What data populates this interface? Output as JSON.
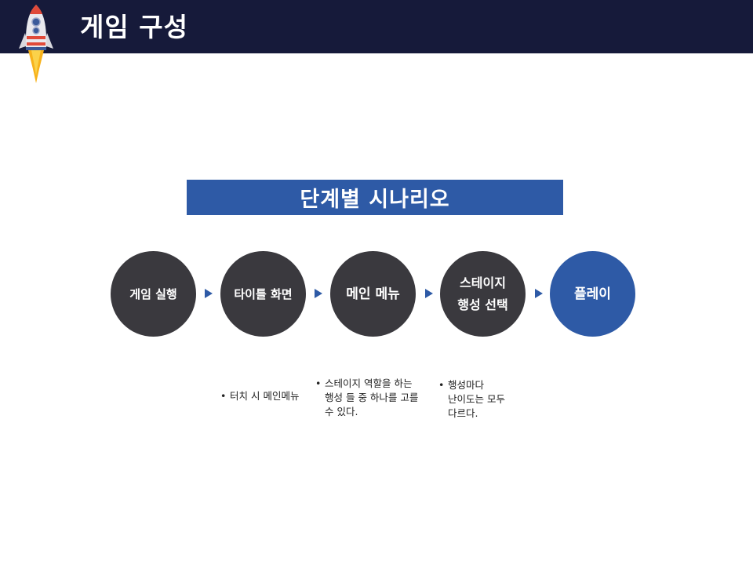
{
  "header": {
    "title": "게임 구성",
    "logo_icon": "rocket-icon"
  },
  "scenario": {
    "banner": "단계별 시나리오"
  },
  "steps": [
    {
      "label": "게임 실행"
    },
    {
      "label": "타이틀 화면"
    },
    {
      "label": "메인 메뉴"
    },
    {
      "label": "스테이지\n행성 선택"
    },
    {
      "label": "플레이"
    }
  ],
  "notes": [
    {
      "text": "터치 시 메인메뉴"
    },
    {
      "text": "스테이지 역할을 하는\n행성 들 중 하나를 고를\n수 있다."
    },
    {
      "text": "행성마다\n난이도는 모두\n다르다."
    }
  ],
  "colors": {
    "header_bg": "#161a3a",
    "accent": "#2e5aa6",
    "step_bg": "#3a393e"
  }
}
